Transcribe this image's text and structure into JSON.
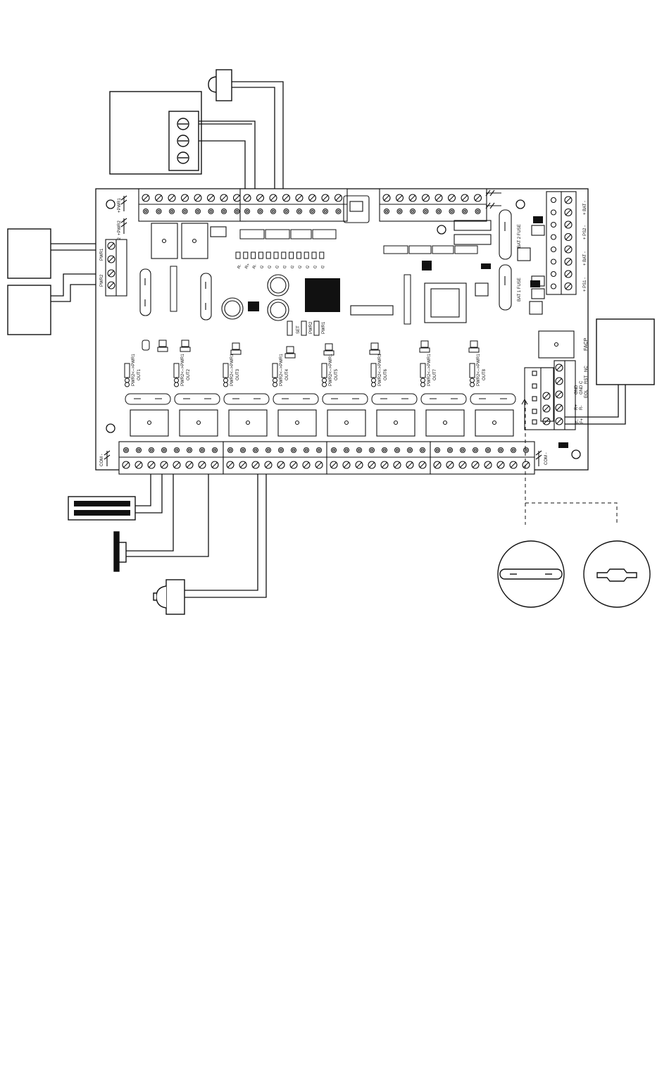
{
  "board": {
    "top_labels": [
      "+PWR1",
      "+PWR2"
    ],
    "left_terminal_labels": [
      "PWR1",
      "PWR2"
    ],
    "com_label": "COM -",
    "fuse_labels": [
      "BAT 2 FUSE",
      "BAT 1 FUSE"
    ],
    "power_terminal_labels": [
      "+ BAT -",
      "+ PS2 -",
      "+ BAT -",
      "+ PS1 -"
    ],
    "led_labels": [
      "R-",
      "R+",
      "R-",
      "G",
      "G",
      "G",
      "G",
      "G",
      "G",
      "G",
      "G",
      "G"
    ],
    "jumper_labels": [
      "SET",
      "PWR2",
      "PWR1"
    ],
    "outputs": [
      {
        "pwr": "PWR2<-->PWR1",
        "name": "OUT1"
      },
      {
        "pwr": "PWR2<-->PWR1",
        "name": "OUT2"
      },
      {
        "pwr": "PWR2<-->PWR1",
        "name": "OUT3"
      },
      {
        "pwr": "PWR2<-->PWR1",
        "name": "OUT4"
      },
      {
        "pwr": "PWR2<-->PWR1",
        "name": "OUT5"
      },
      {
        "pwr": "PWR2<-->PWR1",
        "name": "OUT6"
      },
      {
        "pwr": "PWR2<-->PWR1",
        "name": "OUT7"
      },
      {
        "pwr": "PWR2<-->PWR1",
        "name": "OUT8"
      }
    ],
    "facp": {
      "title": "FACP",
      "labels": [
        "NC",
        "C",
        "GND",
        "R-",
        "F-",
        "RST",
        "GND",
        "EOL",
        "R+",
        "F+"
      ]
    }
  },
  "colors": {
    "ink": "#111111",
    "fill_dark": "#111111",
    "paper": "#ffffff"
  }
}
